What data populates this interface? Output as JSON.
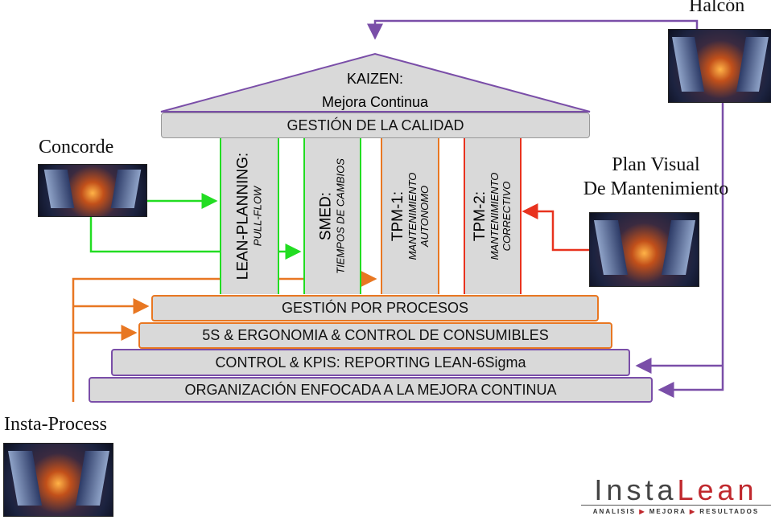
{
  "roof": {
    "line1": "KAIZEN:",
    "line2": "Mejora Continua"
  },
  "quality_bar": "GESTIÓN DE LA CALIDAD",
  "pillars": [
    {
      "title": "LEAN-PLANNING:",
      "subtitle": "PULL-FLOW",
      "color": "#22dd22"
    },
    {
      "title": "SMED:",
      "subtitle": "TIEMPOS DE CAMBIOS",
      "color": "#22dd22"
    },
    {
      "title": "TPM-1:",
      "subtitle": "MANTENIMIENTO AUTONOMO",
      "color": "#e87722"
    },
    {
      "title": "TPM-2:",
      "subtitle": "MANTENIMIENTO CORRECTIVO",
      "color": "#e8321e"
    }
  ],
  "foundation": [
    "GESTIÓN POR PROCESOS",
    "5S & ERGONOMIA & CONTROL DE CONSUMIBLES",
    "CONTROL & KPIS: REPORTING LEAN-6Sigma",
    "ORGANIZACIÓN ENFOCADA A LA MEJORA CONTINUA"
  ],
  "tools": {
    "concorde": "Concorde",
    "halcon": "Halcón",
    "plan_visual_1": "Plan Visual",
    "plan_visual_2": "De Mantenimiento",
    "insta_process": "Insta-Process"
  },
  "logo": {
    "name_a": "Insta",
    "name_b": "Lean",
    "tagline_1": "ANALISIS",
    "tagline_2": "MEJORA",
    "tagline_3": "RESULTADOS"
  },
  "colors": {
    "purple": "#7a4ea8",
    "green": "#22dd22",
    "orange": "#e87722",
    "red": "#e8321e"
  }
}
